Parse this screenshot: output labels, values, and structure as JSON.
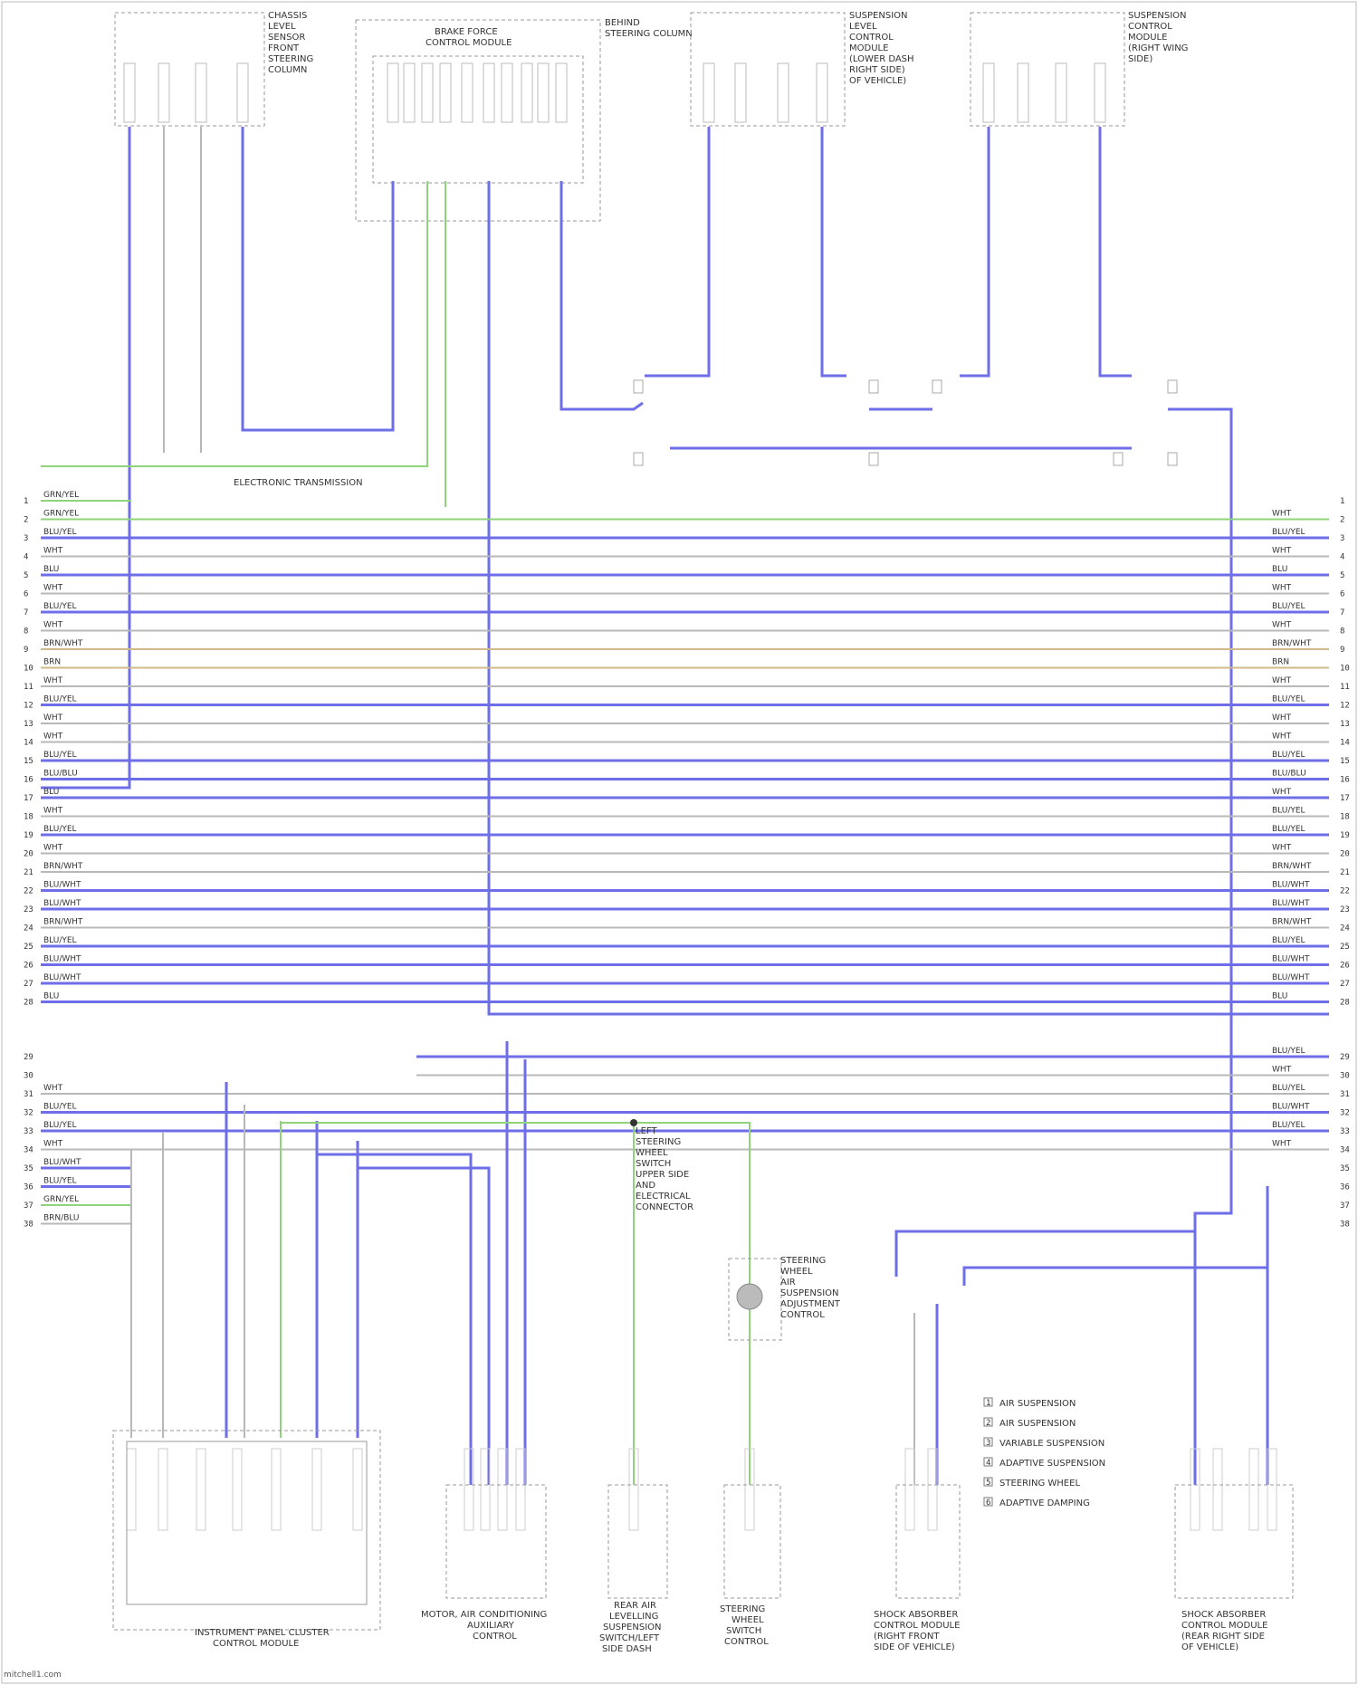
{
  "colors": {
    "blue": "#6e6ee8",
    "green": "#8fd47a",
    "tan": "#cfb98a",
    "gray": "#b8b8b8",
    "black": "#444444"
  },
  "top_components": [
    {
      "id": "top-left-sensor",
      "lines": [
        "CHASSIS",
        "LEVEL",
        "SENSOR",
        "FRONT",
        "STEERING",
        "COLUMN"
      ]
    },
    {
      "id": "brake-control-module",
      "lines": [
        "BRAKE FORCE",
        "CONTROL MODULE"
      ]
    },
    {
      "id": "steering-column-note",
      "lines": [
        "BEHIND",
        "STEERING COLUMN"
      ]
    },
    {
      "id": "suspension-control-module",
      "lines": [
        "SUSPENSION",
        "LEVEL",
        "CONTROL",
        "MODULE",
        "(LOWER DASH",
        "RIGHT SIDE)",
        "OF VEHICLE)"
      ]
    },
    {
      "id": "suspension-right-module",
      "lines": [
        "SUSPENSION",
        "CONTROL",
        "MODULE",
        "(RIGHT WING",
        "SIDE)"
      ]
    }
  ],
  "bus_label": "ELECTRONIC TRANSMISSION",
  "bottom_components": [
    {
      "id": "instrument-cluster",
      "lines": [
        "INSTRUMENT PANEL CLUSTER",
        "CONTROL MODULE"
      ]
    },
    {
      "id": "motor-air-conditioning",
      "lines": [
        "MOTOR, AIR CONDITIONING",
        "AUXILIARY",
        "CONTROL"
      ]
    },
    {
      "id": "rear-air-suspension-switch",
      "lines": [
        "REAR AIR",
        "LEVELLING",
        "SUSPENSION",
        "SWITCH/LEFT",
        "SIDE DASH"
      ]
    },
    {
      "id": "steering-wheel-switch",
      "lines": [
        "STEERING",
        "WHEEL",
        "SWITCH",
        "CONTROL"
      ]
    },
    {
      "id": "shock-absorber-front",
      "lines": [
        "SHOCK ABSORBER",
        "CONTROL MODULE",
        "(RIGHT FRONT",
        "SIDE OF VEHICLE)"
      ]
    },
    {
      "id": "shock-absorber-rear",
      "lines": [
        "SHOCK ABSORBER",
        "CONTROL MODULE",
        "(REAR RIGHT SIDE",
        "OF VEHICLE)"
      ]
    }
  ],
  "mid_note": [
    "LEFT",
    "STEERING",
    "WHEEL",
    "SWITCH",
    "UPPER SIDE",
    "AND",
    "ELECTRICAL",
    "CONNECTOR"
  ],
  "center_switch": [
    "STEERING",
    "WHEEL",
    "AIR",
    "SUSPENSION",
    "ADJUSTMENT",
    "CONTROL"
  ],
  "legend": [
    {
      "symbol": "1",
      "label": "AIR SUSPENSION"
    },
    {
      "symbol": "2",
      "label": "AIR SUSPENSION"
    },
    {
      "symbol": "3",
      "label": "VARIABLE SUSPENSION"
    },
    {
      "symbol": "4",
      "label": "ADAPTIVE SUSPENSION"
    },
    {
      "symbol": "5",
      "label": "STEERING WHEEL"
    },
    {
      "symbol": "6",
      "label": "ADAPTIVE DAMPING"
    }
  ],
  "harness": [
    {
      "left": "GRN/YEL",
      "right": "",
      "color": "green",
      "tap": 4
    },
    {
      "left": "GRN/YEL",
      "right": "WHT",
      "color": "green",
      "tap": 3
    },
    {
      "left": "BLU/YEL",
      "right": "BLU/YEL",
      "color": "blue",
      "tap": 2
    },
    {
      "left": "WHT",
      "right": "WHT",
      "color": "gray",
      "tap": 0
    },
    {
      "left": "BLU",
      "right": "BLU",
      "color": "blue",
      "tap": 1
    },
    {
      "left": "WHT",
      "right": "WHT",
      "color": "gray",
      "tap": 0
    },
    {
      "left": "BLU/YEL",
      "right": "BLU/YEL",
      "color": "blue",
      "tap": 1
    },
    {
      "left": "WHT",
      "right": "WHT",
      "color": "gray",
      "tap": 0
    },
    {
      "left": "BRN/WHT",
      "right": "BRN/WHT",
      "color": "tan",
      "tap": 0
    },
    {
      "left": "BRN",
      "right": "BRN",
      "color": "tan",
      "tap": 0
    },
    {
      "left": "WHT",
      "right": "WHT",
      "color": "gray",
      "tap": 0
    },
    {
      "left": "BLU/YEL",
      "right": "BLU/YEL",
      "color": "blue",
      "tap": 1
    },
    {
      "left": "WHT",
      "right": "WHT",
      "color": "gray",
      "tap": 0
    },
    {
      "left": "WHT",
      "right": "WHT",
      "color": "gray",
      "tap": 0
    },
    {
      "left": "BLU/YEL",
      "right": "BLU/YEL",
      "color": "blue",
      "tap": 1
    },
    {
      "left": "BLU/BLU",
      "right": "BLU/BLU",
      "color": "blue",
      "tap": 1
    },
    {
      "left": "BLU",
      "right": "WHT",
      "color": "blue",
      "tap": 0
    },
    {
      "left": "WHT",
      "right": "BLU/YEL",
      "color": "gray",
      "tap": 0
    },
    {
      "left": "BLU/YEL",
      "right": "BLU/YEL",
      "color": "blue",
      "tap": 0
    },
    {
      "left": "WHT",
      "right": "WHT",
      "color": "gray",
      "tap": 0
    },
    {
      "left": "BRN/WHT",
      "right": "BRN/WHT",
      "color": "gray",
      "tap": 0
    },
    {
      "left": "BLU/WHT",
      "right": "BLU/WHT",
      "color": "blue",
      "tap": 0
    },
    {
      "left": "BLU/WHT",
      "right": "BLU/WHT",
      "color": "blue",
      "tap": 0
    },
    {
      "left": "BRN/WHT",
      "right": "BRN/WHT",
      "color": "gray",
      "tap": 0
    },
    {
      "left": "BLU/YEL",
      "right": "BLU/YEL",
      "color": "blue",
      "tap": 0
    },
    {
      "left": "BLU/WHT",
      "right": "BLU/WHT",
      "color": "blue",
      "tap": 0
    },
    {
      "left": "BLU/WHT",
      "right": "BLU/WHT",
      "color": "blue",
      "tap": 0
    },
    {
      "left": "BLU",
      "right": "BLU",
      "color": "blue",
      "tap": 0
    },
    {
      "left": "",
      "right": "BLU/YEL",
      "color": "blue",
      "tap": 0
    },
    {
      "left": "",
      "right": "WHT",
      "color": "gray",
      "tap": 0
    },
    {
      "left": "WHT",
      "right": "BLU/YEL",
      "color": "gray",
      "tap": 0
    },
    {
      "left": "BLU/YEL",
      "right": "BLU/WHT",
      "color": "blue",
      "tap": 0
    },
    {
      "left": "BLU/YEL",
      "right": "BLU/YEL",
      "color": "blue",
      "tap": 0
    },
    {
      "left": "WHT",
      "right": "WHT",
      "color": "gray",
      "tap": 0
    },
    {
      "left": "BLU/WHT",
      "right": "",
      "color": "blue",
      "tap": 0
    },
    {
      "left": "BLU/YEL",
      "right": "",
      "color": "blue",
      "tap": 0
    },
    {
      "left": "GRN/YEL",
      "right": "",
      "color": "green",
      "tap": 0
    },
    {
      "left": "BRN/BLU",
      "right": "",
      "color": "gray",
      "tap": 0
    }
  ],
  "watermark": "mitchell1.com"
}
